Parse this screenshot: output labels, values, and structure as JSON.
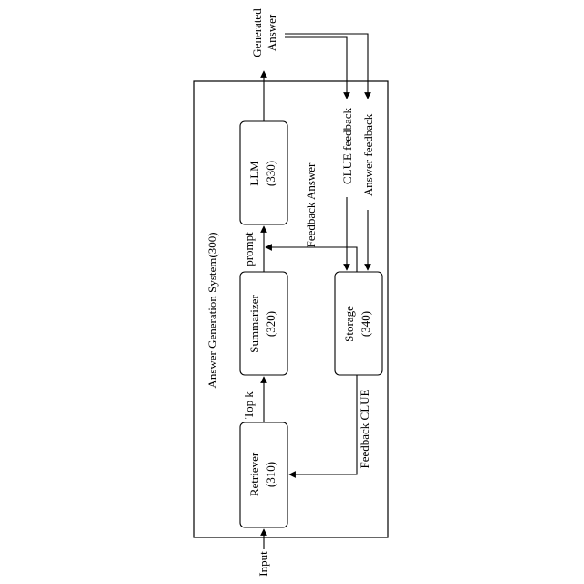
{
  "diagram": {
    "system_title": "Answer Generation System(300)",
    "input_label": "Input",
    "output_label_line1": "Generated",
    "output_label_line2": "Answer",
    "top_k_label": "Top k",
    "prompt_label": "prompt",
    "feedback_clue_label": "Feedback CLUE",
    "feedback_answer_label": "Feedback Answer",
    "clue_feedback_label": "CLUE feedback",
    "answer_feedback_label": "Answer feedback",
    "nodes": [
      {
        "id": "retriever",
        "line1": "Retriever",
        "line2": "(310)"
      },
      {
        "id": "summarizer",
        "line1": "Summarizer",
        "line2": "(320)"
      },
      {
        "id": "llm",
        "line1": "LLM",
        "line2": "(330)"
      },
      {
        "id": "storage",
        "line1": "Storage",
        "line2": "(340)"
      }
    ]
  }
}
